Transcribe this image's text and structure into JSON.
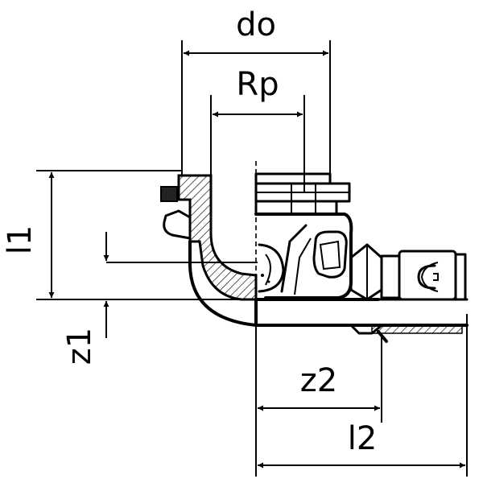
{
  "labels": {
    "do": "do",
    "rp": "Rp",
    "l1": "l1",
    "z1": "z1",
    "z2": "z2",
    "l2": "l2"
  }
}
